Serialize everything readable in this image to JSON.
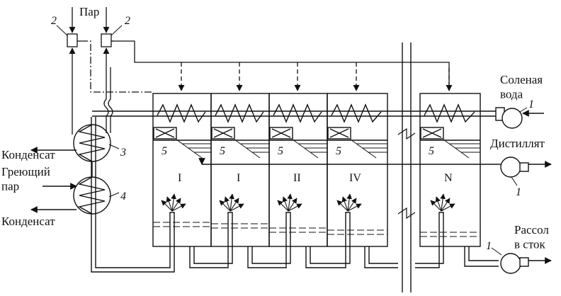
{
  "labels": {
    "steam": "Пар",
    "salt_water": "Соленая\nвода",
    "distillate": "Дистиллят",
    "condensate_top": "Конденсат",
    "heating_steam": "Греющий\nпар",
    "condensate_bottom": "Конденсат",
    "brine": "Рассол\nв сток"
  },
  "callouts": {
    "ejector_left": "2",
    "ejector_right": "2",
    "heater_3": "3",
    "heater_4": "4",
    "pump_salt": "1",
    "pump_distillate": "1",
    "pump_brine": "1"
  },
  "stages": [
    {
      "numeral": "I",
      "callout": "5"
    },
    {
      "numeral": "I",
      "callout": "5"
    },
    {
      "numeral": "II",
      "callout": "5"
    },
    {
      "numeral": "IV",
      "callout": "5"
    },
    {
      "numeral": "N",
      "callout": "5"
    }
  ],
  "colors": {
    "line": "#111111",
    "background": "#ffffff"
  }
}
